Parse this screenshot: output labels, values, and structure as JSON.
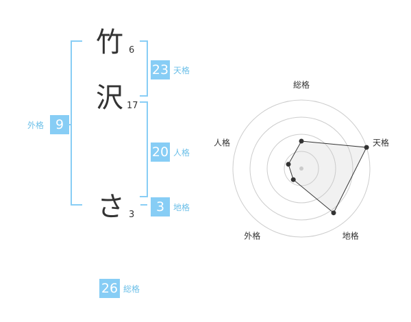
{
  "name": {
    "chars": [
      {
        "char": "竹",
        "strokes": "6"
      },
      {
        "char": "沢",
        "strokes": "17"
      },
      {
        "char": "さ",
        "strokes": "3"
      }
    ]
  },
  "fortune": {
    "tenkaku": {
      "value": "23",
      "label": "天格"
    },
    "jinkaku": {
      "value": "20",
      "label": "人格"
    },
    "chikaku": {
      "value": "3",
      "label": "地格"
    },
    "gaikaku": {
      "value": "9",
      "label": "外格"
    },
    "soukaku": {
      "value": "26",
      "label": "総格"
    }
  },
  "accent_color": "#87cdf5",
  "chart_data": {
    "type": "radar",
    "axes": [
      "総格",
      "天格",
      "地格",
      "外格",
      "人格"
    ],
    "values": [
      0.4,
      1.0,
      0.8,
      0.2,
      0.2
    ],
    "max": 1,
    "rings": 4
  }
}
